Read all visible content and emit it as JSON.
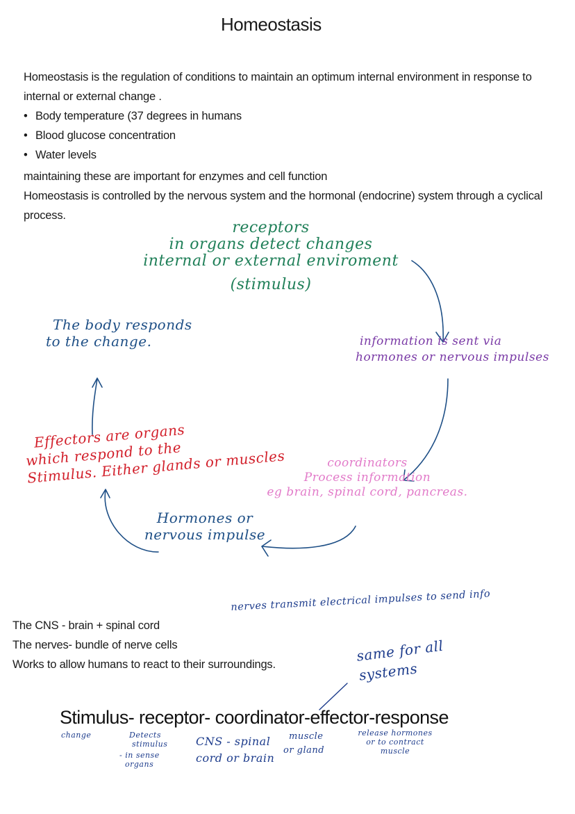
{
  "title": "Homeostasis",
  "intro": {
    "definition": "Homeostasis is the regulation of conditions to maintain an optimum internal environment in response to internal or external change .",
    "bullets": [
      "Body temperature (37 degrees in humans",
      "Blood glucose concentration",
      "Water levels"
    ],
    "importance": "maintaining these are important for enzymes and cell function",
    "control": "Homeostasis is controlled by the nervous system and the hormonal (endocrine) system through a cyclical process."
  },
  "cycle": {
    "receptors": {
      "line1": "receptors",
      "line2": "in organs detect changes",
      "line3": "internal or external enviroment",
      "line4": "(stimulus)",
      "color": "#1f7f58"
    },
    "information": {
      "line1": "information is sent via",
      "line2": "hormones or nervous impulses",
      "color": "#7a3aa6"
    },
    "coordinators": {
      "line1": "coordinators",
      "line2": "Process information",
      "line3": "eg brain, spinal cord, pancreas.",
      "color": "#e27bc9"
    },
    "hormones": {
      "line1": "Hormones or",
      "line2": "nervous impulse",
      "color": "#1e4f86"
    },
    "effectors": {
      "line1": "Effectors are organs",
      "line2": "which respond to the",
      "line3": "Stimulus. Either glands or muscles",
      "color": "#d21f2a"
    },
    "response": {
      "line1": "The body responds",
      "line2": "to the change.",
      "color": "#1e4f86"
    },
    "arrow_color": "#1e4f86"
  },
  "nervous_system": {
    "cns": "The CNS - brain + spinal cord",
    "nerves": "The nerves- bundle of nerve cells",
    "purpose": "Works to allow humans to react to their surroundings.",
    "nerves_note": "nerves transmit electrical impulses to send info",
    "same_note_line1": "same for all",
    "same_note_line2": "systems"
  },
  "pathway": {
    "sequence": "Stimulus- receptor- coordinator-effector-response",
    "notes": {
      "stimulus": "change",
      "receptor_line1": "Detects",
      "receptor_line2": "stimulus",
      "receptor_line3": "- in sense",
      "receptor_line4": "organs",
      "coordinator_line1": "CNS - spinal",
      "coordinator_line2": "cord or brain",
      "effector_line1": "muscle",
      "effector_line2": "or gland",
      "response_line1": "release hormones",
      "response_line2": "or to contract",
      "response_line3": "muscle"
    }
  }
}
